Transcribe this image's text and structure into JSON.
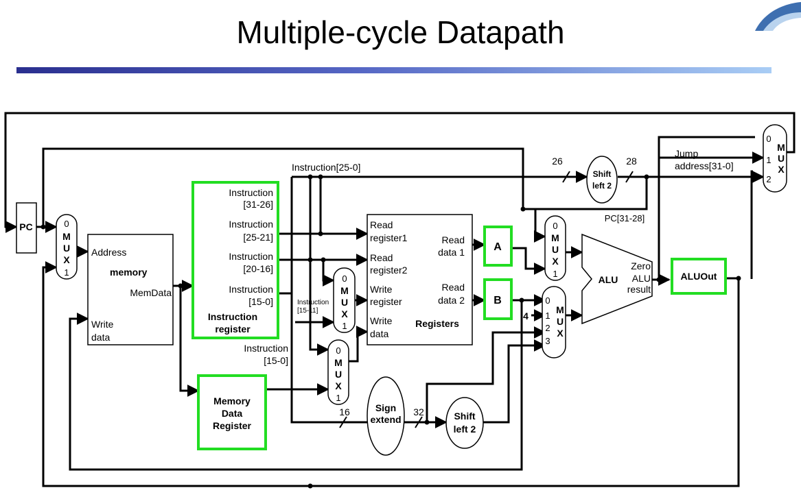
{
  "title": "Multiple-cycle Datapath",
  "colors": {
    "highlight_border": "#22dd22",
    "wire": "#000000",
    "title_bar_start": "#2a2f8f",
    "title_bar_end": "#a9cdf5"
  },
  "pc": {
    "label": "PC"
  },
  "mux_pc": {
    "letters": [
      "M",
      "U",
      "X"
    ],
    "input0": "0",
    "input1": "1"
  },
  "memory": {
    "address": "Address",
    "name": "memory",
    "memdata": "MemData",
    "write_line1": "Write",
    "write_line2": "data"
  },
  "instruction_register": {
    "f1_line1": "Instruction",
    "f1_line2": "[31-26]",
    "f2_line1": "Instruction",
    "f2_line2": "[25-21]",
    "f3_line1": "Instruction",
    "f3_line2": "[20-16]",
    "f4_line1": "Instruction",
    "f4_line2": "[15-0]",
    "name_line1": "Instruction",
    "name_line2": "register"
  },
  "mdr": {
    "line1": "Memory",
    "line2": "Data",
    "line3": "Register"
  },
  "labels": {
    "instr_25_0": "Instruction[25-0]",
    "instr_15_11_line1": "Instruction",
    "instr_15_11_line2": "[15-11]",
    "instr_15_0_line1": "Instruction",
    "instr_15_0_line2": "[15-0]",
    "bits_26": "26",
    "bits_28": "28",
    "bits_16": "16",
    "bits_32": "32",
    "pc_31_28": "PC[31-28]",
    "jump_line1": "Jump",
    "jump_line2": "address[31-0]",
    "const_4": "4"
  },
  "registers": {
    "rr1_line1": "Read",
    "rr1_line2": "register1",
    "rr2_line1": "Read",
    "rr2_line2": "register2",
    "wr_line1": "Write",
    "wr_line2": "register",
    "wd_line1": "Write",
    "wd_line2": "data",
    "rd1_line1": "Read",
    "rd1_line2": "data 1",
    "rd2_line1": "Read",
    "rd2_line2": "data 2",
    "name": "Registers"
  },
  "reg_a": "A",
  "reg_b": "B",
  "mux_regdst": {
    "letters": [
      "M",
      "U",
      "X"
    ],
    "input0": "0",
    "input1": "1"
  },
  "mux_memtoreg": {
    "letters": [
      "M",
      "U",
      "X"
    ],
    "input0": "0",
    "input1": "1"
  },
  "mux_alusrca": {
    "letters": [
      "M",
      "U",
      "X"
    ],
    "input0": "0",
    "input1": "1"
  },
  "mux_alusrcb": {
    "letters": [
      "M",
      "U",
      "X"
    ],
    "inputs": [
      "0",
      "1",
      "2",
      "3"
    ]
  },
  "mux_pcsource": {
    "letters": [
      "M",
      "U",
      "X"
    ],
    "inputs": [
      "0",
      "1",
      "2"
    ]
  },
  "sign_extend": {
    "line1": "Sign",
    "line2": "extend"
  },
  "shift_left_jump": {
    "line1": "Shift",
    "line2": "left 2"
  },
  "shift_left_branch": {
    "line1": "Shift",
    "line2": "left 2"
  },
  "alu": {
    "name": "ALU",
    "zero": "Zero",
    "result_line1": "ALU",
    "result_line2": "result"
  },
  "aluout": "ALUOut"
}
